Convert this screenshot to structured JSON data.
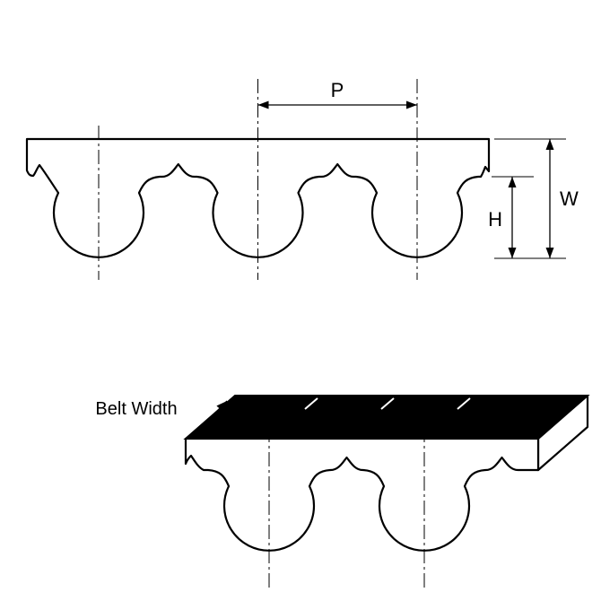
{
  "diagram": {
    "description": "Timing belt tooth profile cross-section with pitch, tooth height and belt thickness dimensions, plus a 3D view indicating belt width",
    "labels": {
      "pitch": "P",
      "overall_width": "W",
      "tooth_height": "H",
      "belt_width": "Belt Width"
    },
    "colors": {
      "line": "#000000",
      "belt_fill": "#ffffff",
      "belt_back_top_face": "#000000",
      "background": "#ffffff"
    }
  }
}
